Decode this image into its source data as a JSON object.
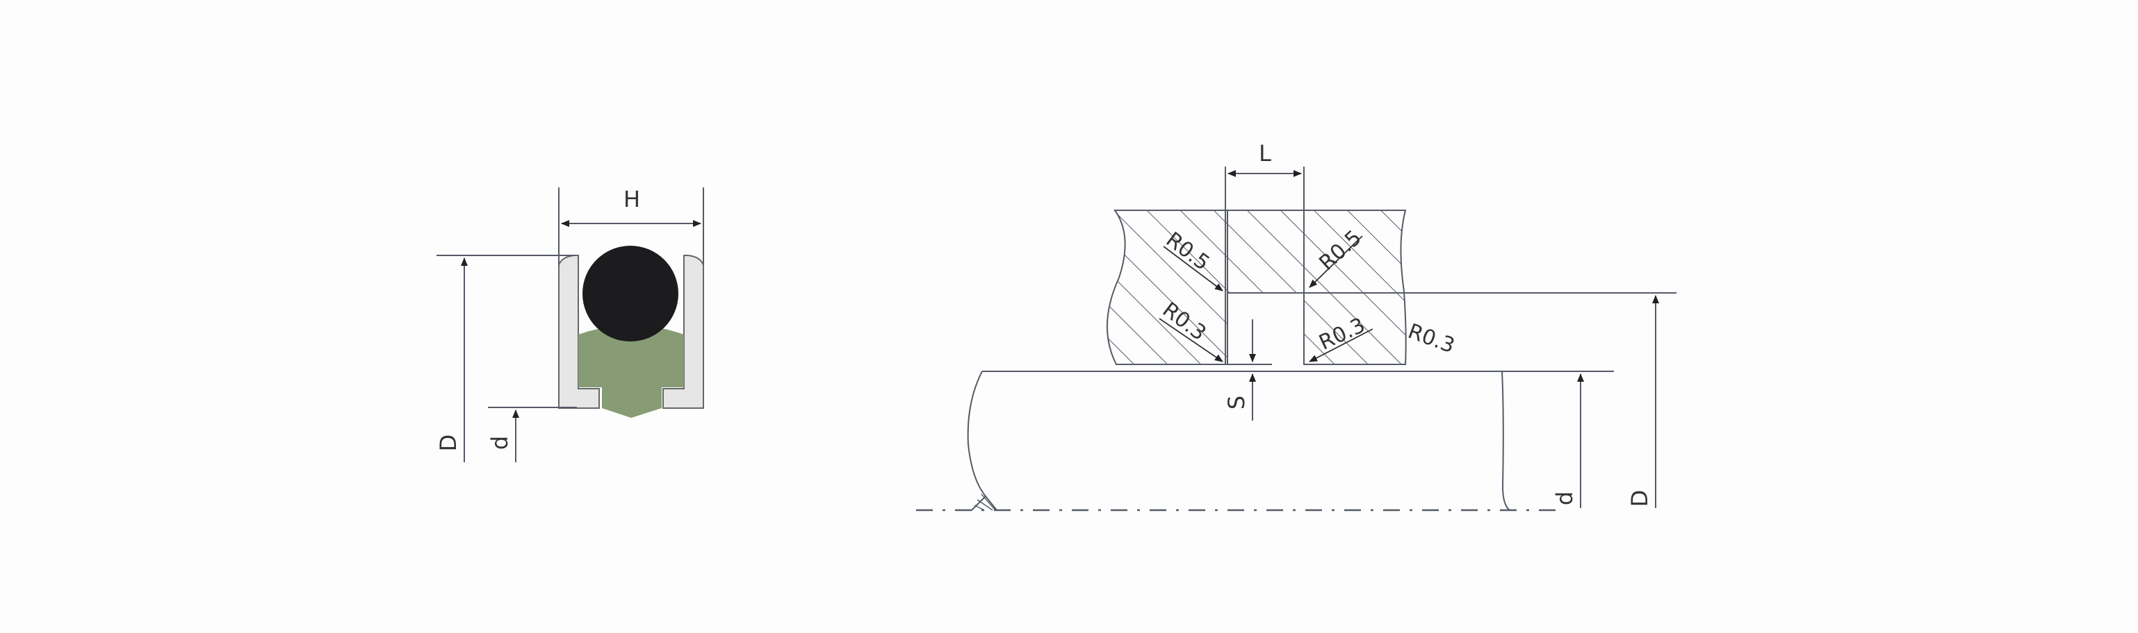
{
  "figure": {
    "background": "#fdfdfd",
    "line_color": "#555a66",
    "text_color": "#333333"
  },
  "seal_section": {
    "labels": {
      "width": "H",
      "outer_diameter": "D",
      "inner_diameter": "d"
    },
    "colors": {
      "oring": "#1c1c1e",
      "seal_body": "#879c74",
      "housing": "#e6e6e6",
      "housing_stroke": "#666666"
    }
  },
  "groove_drawing": {
    "labels": {
      "groove_width": "L",
      "clearance": "S",
      "bore_diameter": "D",
      "rod_diameter": "d"
    },
    "radii": {
      "top_left": "R0.5",
      "bottom_left": "R0.3",
      "top_right": "R0.5",
      "bottom_right": "R0.3",
      "outer_right": "R0.3"
    }
  }
}
